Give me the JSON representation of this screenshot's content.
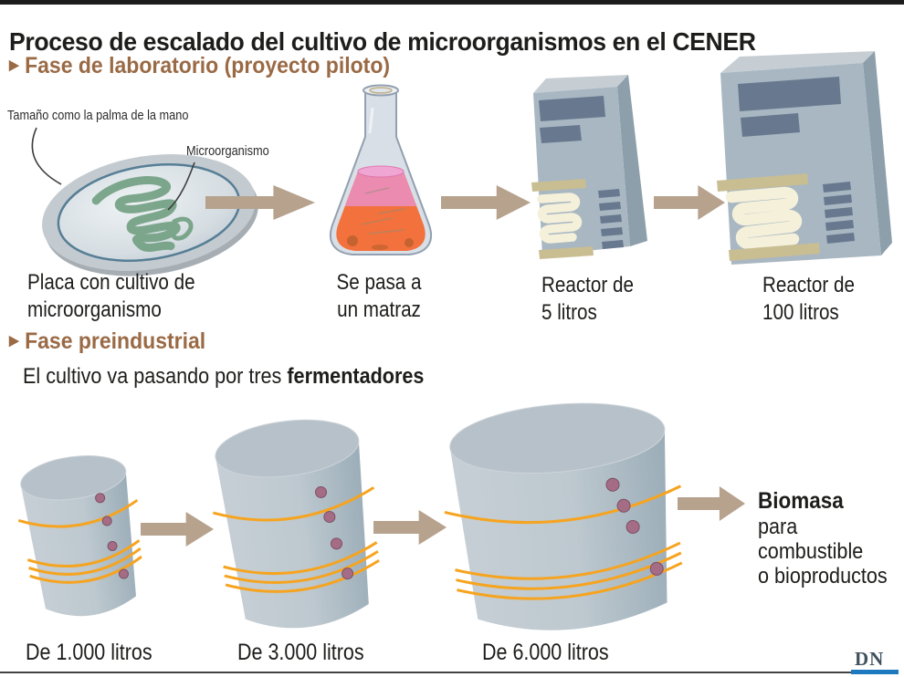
{
  "title": "Proceso de escalado del cultivo de microorganismos en el CENER",
  "ui": {
    "bullet": "▶"
  },
  "lab": {
    "header": "Fase de laboratorio (proyecto piloto)",
    "petri_size_label": "Tamaño como la palma de la mano",
    "petri_organism_label": "Microorganismo",
    "captions": [
      "Placa con cultivo de\nmicroorganismo",
      "Se pasa a\nun matraz",
      "Reactor de\n5 litros",
      "Reactor de\n100 litros"
    ]
  },
  "preindustrial": {
    "header": "Fase preindustrial",
    "intro_regular": "El cultivo va pasando por tres ",
    "intro_bold": "fermentadores",
    "fermenter_captions": [
      "De 1.000 litros",
      "De 3.000 litros",
      "De 6.000 litros"
    ],
    "output_title": "Biomasa",
    "output_lines": "para\ncombustible\no bioproductos"
  },
  "footer": {
    "logo_text": "DN"
  },
  "colors": {
    "section_brown": "#9a6a45",
    "arrow_tan": "#b6a28d",
    "ring_orange": "#f6a41f",
    "fermenter_gray": "#b6c0c8",
    "reactor_gray": "#a8b7c2",
    "panel_slate": "#68798f",
    "coil_cream": "#f4f0da",
    "khaki": "#c9bd92",
    "liquid_orange": "#f3713c",
    "liquid_pink": "#e78fc3",
    "microorganism_green": "#74a184",
    "logo_blue": "#1d79c0",
    "text_dark": "#1d1d1b"
  }
}
